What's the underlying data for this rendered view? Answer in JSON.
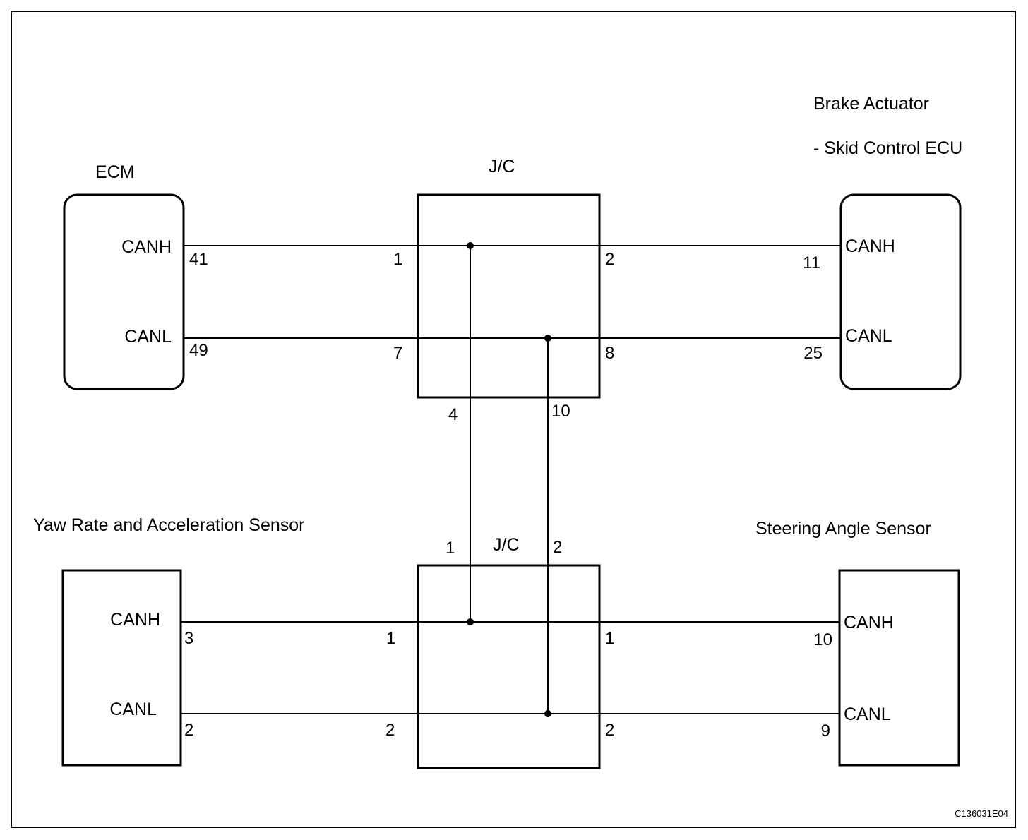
{
  "components": {
    "ecm": {
      "name": "ECM",
      "canh": "CANH",
      "canl": "CANL",
      "pin_canh": "41",
      "pin_canl": "49"
    },
    "brake_actuator": {
      "name_line1": "Brake Actuator",
      "name_line2": "- Skid Control ECU",
      "canh": "CANH",
      "canl": "CANL",
      "pin_canh": "11",
      "pin_canl": "25"
    },
    "jc_upper": {
      "name": "J/C",
      "pin_left_canh": "1",
      "pin_left_canl": "7",
      "pin_right_canh": "2",
      "pin_right_canl": "8",
      "pin_bottom_canh": "4",
      "pin_bottom_canl": "10"
    },
    "yaw_sensor": {
      "name": "Yaw Rate and Acceleration Sensor",
      "canh": "CANH",
      "canl": "CANL",
      "pin_canh": "3",
      "pin_canl": "2"
    },
    "jc_lower": {
      "name": "J/C",
      "pin_top_canh": "1",
      "pin_top_canl": "2",
      "pin_left_canh": "1",
      "pin_left_canl": "2",
      "pin_right_canh": "1",
      "pin_right_canl": "2"
    },
    "steering_sensor": {
      "name": "Steering Angle Sensor",
      "canh": "CANH",
      "canl": "CANL",
      "pin_canh": "10",
      "pin_canl": "9"
    }
  },
  "figure_code": "C136031E04"
}
